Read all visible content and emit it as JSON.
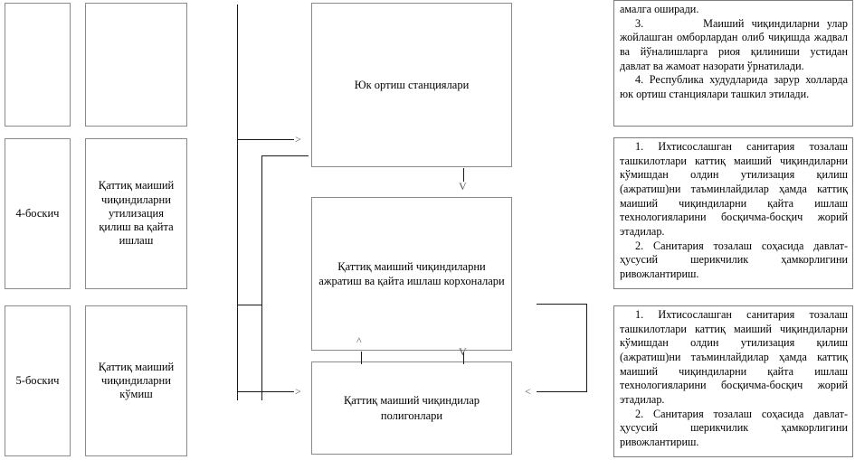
{
  "document": {
    "language": "uz-Cyrl",
    "page_background": "#ffffff",
    "border_color": "#8a8a8a",
    "text_color": "#000000"
  },
  "stages": [
    {
      "id": "stage-blank",
      "label": ""
    },
    {
      "id": "stage-4",
      "label": "4-боскич"
    },
    {
      "id": "stage-5",
      "label": "5-боскич"
    }
  ],
  "stage_descriptions": [
    {
      "id": "stage-desc-blank",
      "label": ""
    },
    {
      "id": "stage-desc-4",
      "label": "Қаттиқ маиший чиқиндиларни утилизация қилиш ва қайта ишлаш"
    },
    {
      "id": "stage-desc-5",
      "label": "Қаттиқ маиший чиқиндиларни кўмиш"
    }
  ],
  "flow": {
    "boxes": [
      {
        "id": "flow-loading-stations",
        "label": "Юк ортиш станциялари"
      },
      {
        "id": "flow-sorting-recycling",
        "label": "Қаттиқ маиший чиқиндиларни ажратиш ва қайта ишлаш корхоналари"
      },
      {
        "id": "flow-landfills",
        "label": "Қаттиқ маиший чиқиндилар полигонлари"
      }
    ],
    "arrows": [
      {
        "id": "arrow-into-loading-stations",
        "glyph": ">",
        "direction": "right"
      },
      {
        "id": "arrow-loading-to-sorting",
        "glyph": "V",
        "direction": "down"
      },
      {
        "id": "arrow-landfill-to-sorting",
        "glyph": "^",
        "direction": "up"
      },
      {
        "id": "arrow-sorting-to-landfill",
        "glyph": "V",
        "direction": "down"
      },
      {
        "id": "arrow-into-landfills",
        "glyph": ">",
        "direction": "right"
      },
      {
        "id": "arrow-return-to-landfills",
        "glyph": "<",
        "direction": "left"
      }
    ]
  },
  "notes": [
    {
      "id": "note-1",
      "paragraphs": [
        {
          "text": "амалга оширади.",
          "indent": false,
          "justify": false
        },
        {
          "text": "3.        Маиший чиқиндиларни улар жойлашган омборлардан олиб чиқишда жадвал ва йўналишларга риоя қилиниши устидан давлат ва жамоат назорати ўрнатилади.",
          "indent": true,
          "justify": true
        },
        {
          "text": "4. Республика худудларида зарур холларда юк ортиш станциялари ташкил этилади.",
          "indent": true,
          "justify": true
        }
      ]
    },
    {
      "id": "note-2",
      "paragraphs": [
        {
          "text": "1. Ихтисослашган санитария тозалаш ташкилотлари каттиқ маиший чиқиндиларни кўмишдан олдин утилизация қилиш (ажратиш)ни таъминлайдилар ҳамда каттиқ маиший чиқиндиларни қайта ишлаш технологияларини босқичма-босқич жорий этадилар.",
          "indent": true,
          "justify": true
        },
        {
          "text": "2. Санитария тозалаш соҳасида давлат-ҳусусий шерикчилик ҳамкорлигини ривожлантириш.",
          "indent": true,
          "justify": true
        }
      ]
    },
    {
      "id": "note-3",
      "paragraphs": [
        {
          "text": "1. Ихтисослашган санитария тозалаш ташкилотлари каттиқ маиший чиқиндиларни кўмишдан олдин утилизация қилиш (ажратиш)ни таъминлайдилар ҳамда каттиқ маиший чиқиндиларни қайта ишлаш технологияларини босқичма-босқич жорий этадилар.",
          "indent": true,
          "justify": true
        },
        {
          "text": "2. Санитария тозалаш соҳасида давлат-ҳусусий шерикчилик ҳамкорлигини ривожлантириш.",
          "indent": true,
          "justify": true
        }
      ]
    }
  ]
}
